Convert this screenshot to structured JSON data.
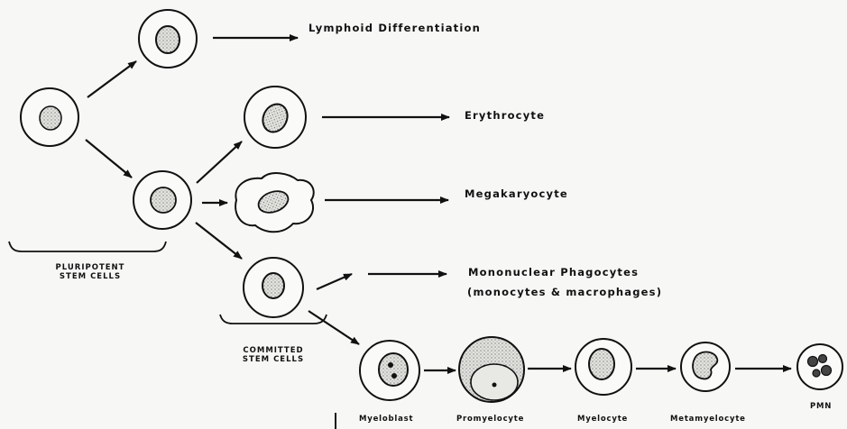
{
  "labels": {
    "lymphoid": "Lymphoid Differentiation",
    "erythrocyte": "Erythrocyte",
    "megakaryocyte": "Megakaryocyte",
    "mononuclear_1": "Mononuclear Phagocytes",
    "mononuclear_2": "(monocytes & macrophages)",
    "pluripotent_1": "PLURIPOTENT",
    "pluripotent_2": "STEM CELLS",
    "committed_1": "COMMITTED",
    "committed_2": "STEM CELLS"
  },
  "stages": [
    "Myeloblast",
    "Promyelocyte",
    "Myelocyte",
    "Metamyelocyte",
    "PMN"
  ],
  "colors": {
    "ink": "#111111",
    "nucleus": "#d4d4d0",
    "background": "#f7f7f5"
  }
}
